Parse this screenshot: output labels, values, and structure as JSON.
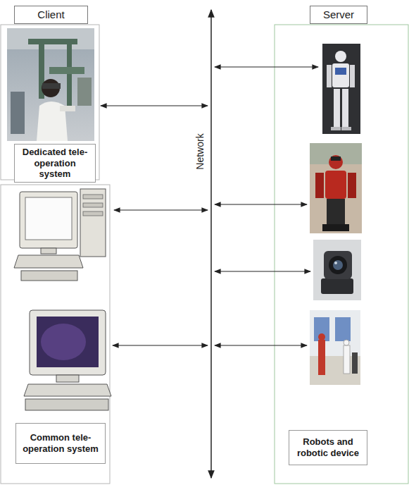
{
  "diagram": {
    "nodes": [
      {
        "text": [
          "Client"
        ]
      },
      {
        "text": [
          "Server"
        ]
      },
      {
        "text": [
          "Dedicated tele-operation system"
        ]
      },
      {
        "text": [
          "Common tele-operation system"
        ]
      },
      {
        "text": [
          "Robots and robotic device"
        ]
      }
    ],
    "labels": [
      "Network"
    ]
  }
}
